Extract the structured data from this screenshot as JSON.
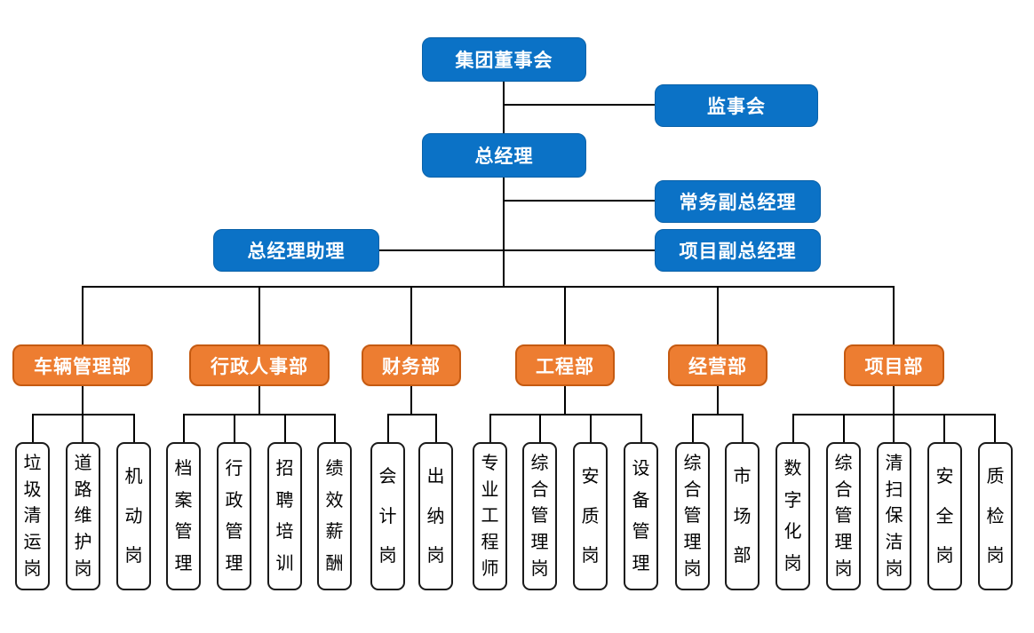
{
  "org": {
    "board": "集团董事会",
    "supervisory": "监事会",
    "gm": "总经理",
    "exec_deputy_gm": "常务副总经理",
    "gm_assistant": "总经理助理",
    "project_deputy_gm": "项目副总经理"
  },
  "departments": [
    {
      "name": "车辆管理部",
      "children": [
        "垃圾清运岗",
        "道路维护岗",
        "机动岗"
      ]
    },
    {
      "name": "行政人事部",
      "children": [
        "档案管理",
        "行政管理",
        "招聘培训",
        "绩效薪酬"
      ]
    },
    {
      "name": "财务部",
      "children": [
        "会计岗",
        "出纳岗"
      ]
    },
    {
      "name": "工程部",
      "children": [
        "专业工程师",
        "综合管理岗",
        "安质岗",
        "设备管理"
      ]
    },
    {
      "name": "经营部",
      "children": [
        "综合管理岗",
        "市场部"
      ]
    },
    {
      "name": "项目部",
      "children": [
        "数字化岗",
        "综合管理岗",
        "清扫保洁岗",
        "安全岗",
        "质检岗"
      ]
    }
  ],
  "colors": {
    "primary_blue": "#0B72C6",
    "blue_border": "#0A61A8",
    "accent_orange": "#ED7D31",
    "orange_border": "#C55A11",
    "connector": "#000000"
  }
}
